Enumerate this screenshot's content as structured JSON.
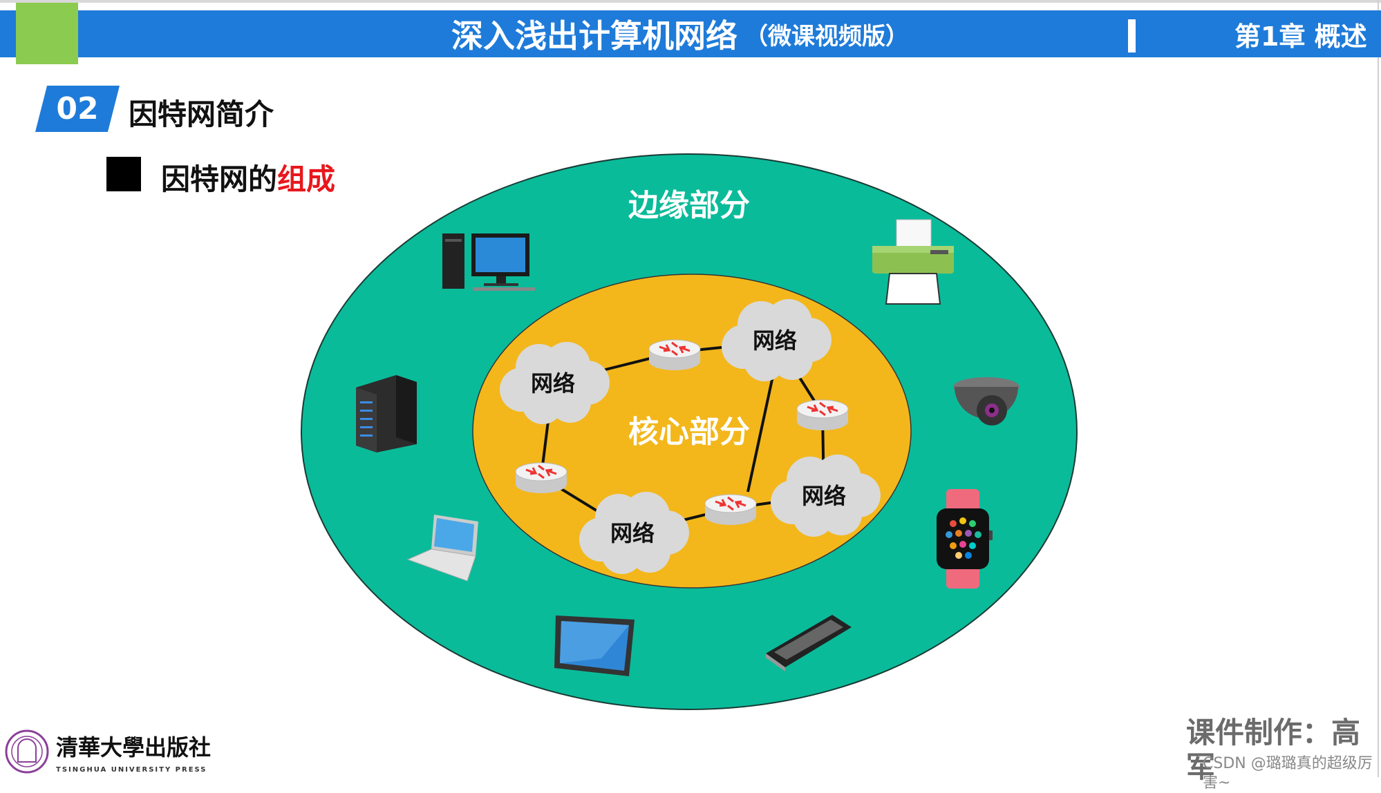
{
  "header": {
    "title": "深入浅出计算机网络",
    "subtitle": "（微课视频版）",
    "chapter": "第1章 概述"
  },
  "section": {
    "number": "02",
    "title": "因特网简介"
  },
  "subsection": {
    "title_prefix": "因特网的",
    "title_highlight": "组成"
  },
  "diagram": {
    "edge_label": "边缘部分",
    "core_label": "核心部分",
    "networks": [
      "网络",
      "网络",
      "网络",
      "网络"
    ],
    "edge_devices": [
      "desktop-computer-icon",
      "printer-icon",
      "server-icon",
      "security-camera-icon",
      "laptop-icon",
      "smartwatch-icon",
      "tablet-icon",
      "smartphone-icon"
    ],
    "colors": {
      "edge": "#0ABB9A",
      "core": "#F3B71B",
      "cloud": "#D9D9D9",
      "header": "#1E7BD9",
      "accent": "#8BCB50",
      "highlight": "#E8171C"
    }
  },
  "footer": {
    "publisher": "清華大學出版社",
    "publisher_en": "TSINGHUA UNIVERSITY PRESS",
    "author": "课件制作：高军",
    "watermark": "CSDN @璐璐真的超级厉害~"
  }
}
